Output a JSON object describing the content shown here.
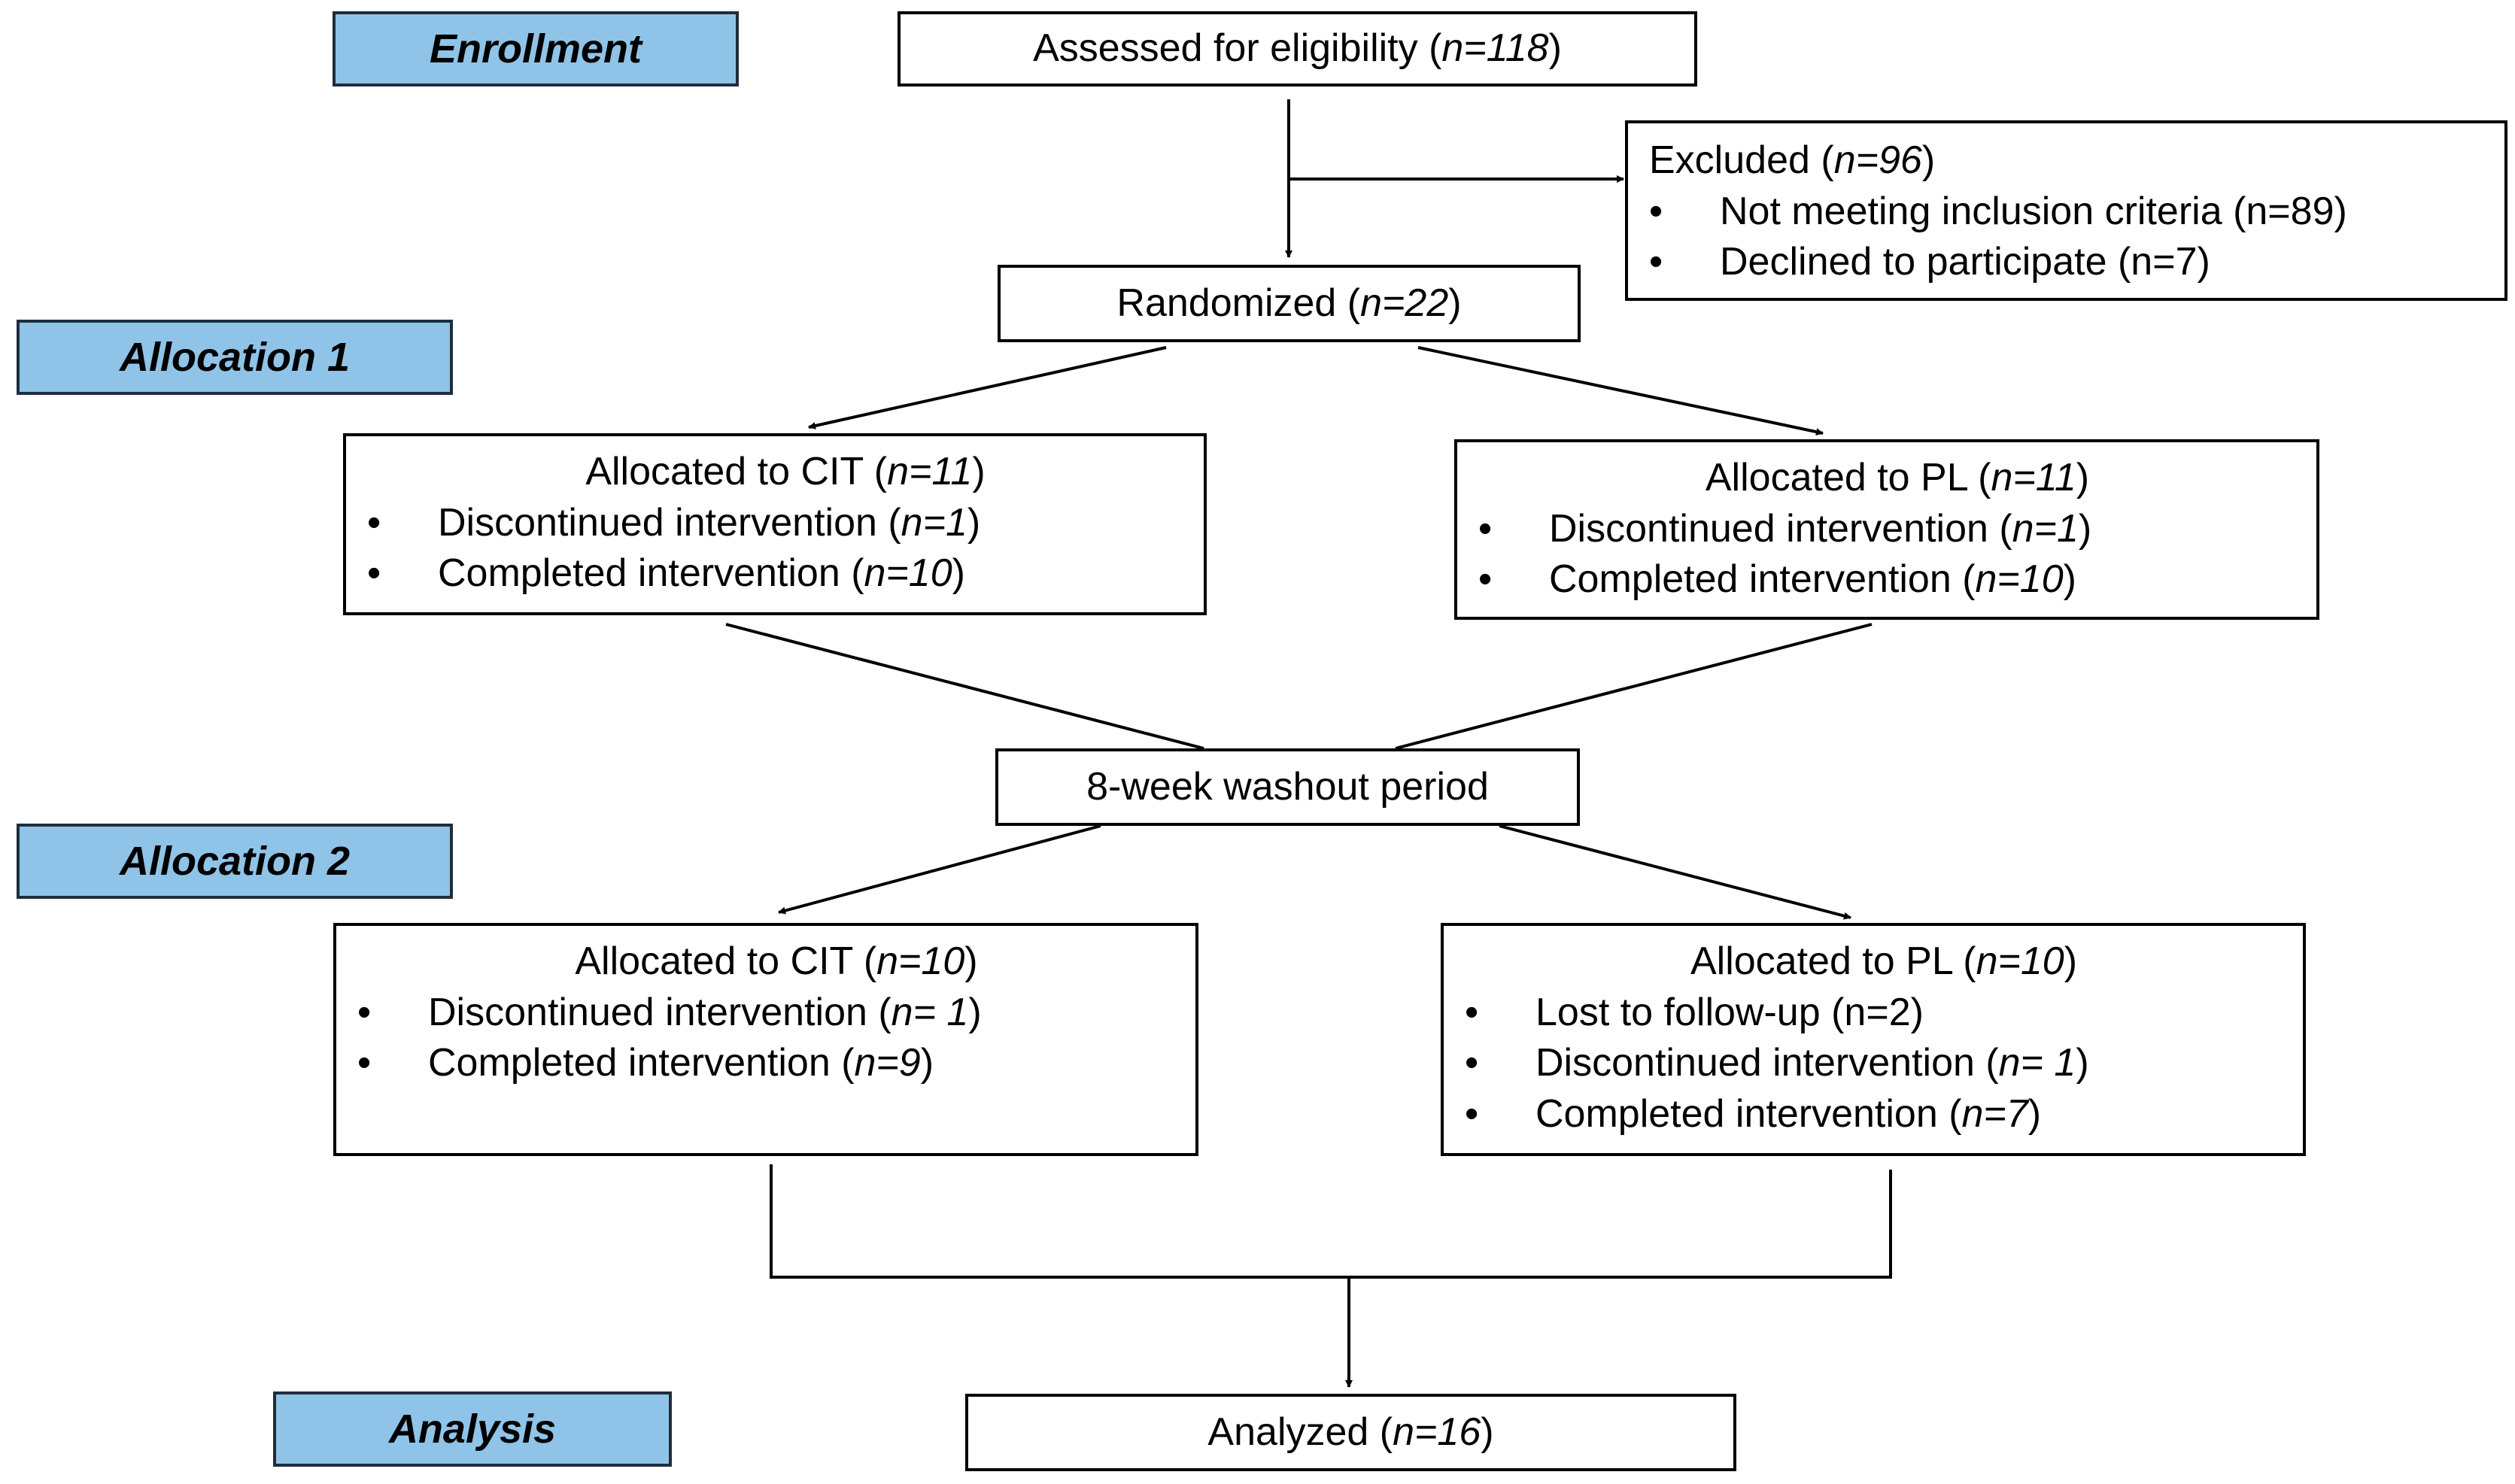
{
  "colors": {
    "stage_fill": "#8fc4e8",
    "stroke": "#000000"
  },
  "stages": {
    "enrollment": "Enrollment",
    "allocation1": "Allocation 1",
    "allocation2": "Allocation 2",
    "analysis": "Analysis"
  },
  "assessed": {
    "label": "Assessed for eligibility (",
    "n": "n=118",
    "close": ")"
  },
  "excluded": {
    "label": "Excluded (",
    "n": "n=96",
    "close": ")",
    "items": [
      "Not meeting inclusion criteria (n=89)",
      "Declined to participate (n=7)"
    ]
  },
  "randomized": {
    "label": "Randomized (",
    "n": "n=22",
    "close": ")"
  },
  "alloc1_cit": {
    "title": "Allocated to CIT (",
    "title_n": "n=11",
    "close": ")",
    "disc_label": "Discontinued intervention  (",
    "disc_n": "n=1",
    "disc_close": ")",
    "comp_label": "Completed intervention (",
    "comp_n": "n=10",
    "comp_close": ")"
  },
  "alloc1_pl": {
    "title": "Allocated to PL (",
    "title_n": "n=11",
    "close": ")",
    "disc_label": "Discontinued intervention  (",
    "disc_n": "n=1",
    "disc_close": ")",
    "comp_label": "Completed intervention (",
    "comp_n": "n=10",
    "comp_close": ")"
  },
  "washout": {
    "label": "8-week washout period"
  },
  "alloc2_cit": {
    "title": "Allocated to CIT (",
    "title_n": "n=10",
    "close": ")",
    "disc_label": "Discontinued intervention (",
    "disc_n": "n= 1",
    "disc_close": ")",
    "comp_label": "Completed intervention (",
    "comp_n": "n=9",
    "comp_close": ")"
  },
  "alloc2_pl": {
    "title": "Allocated to PL (",
    "title_n": "n=10",
    "close": ")",
    "lost": "Lost to follow-up (n=2)",
    "disc_label": "Discontinued intervention (",
    "disc_n": "n= 1",
    "disc_close": ")",
    "comp_label": "Completed intervention (",
    "comp_n": "n=7",
    "comp_close": ")"
  },
  "analyzed": {
    "label": "Analyzed (",
    "n": "n=16",
    "close": ")"
  },
  "bullet": "•"
}
